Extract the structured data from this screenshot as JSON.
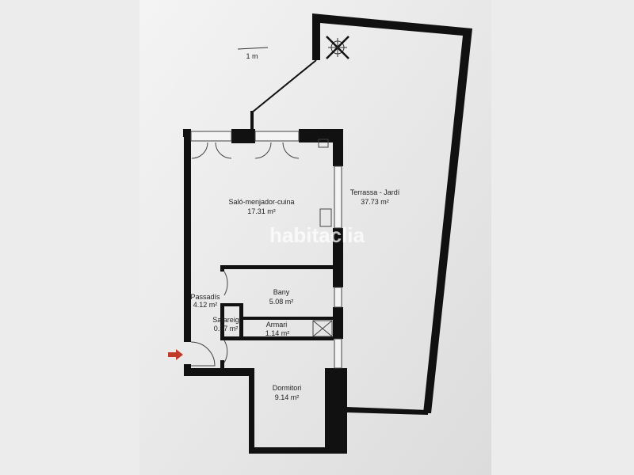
{
  "plan": {
    "scale_label": "1 m",
    "watermark": "habitaclia",
    "rooms": [
      {
        "name": "Saló-menjador-cuina",
        "area": "17.31 m²"
      },
      {
        "name": "Terrassa - Jardí",
        "area": "37.73 m²"
      },
      {
        "name": "Bany",
        "area": "5.08 m²"
      },
      {
        "name": "Passadís",
        "area": "4.12 m²"
      },
      {
        "name": "Safareig",
        "area": "0.57 m²"
      },
      {
        "name": "Armari",
        "area": "1.14 m²"
      },
      {
        "name": "Dormitori",
        "area": "9.14 m²"
      }
    ],
    "wall_color": "#111111",
    "entrance_arrow_color": "#c0392b"
  }
}
